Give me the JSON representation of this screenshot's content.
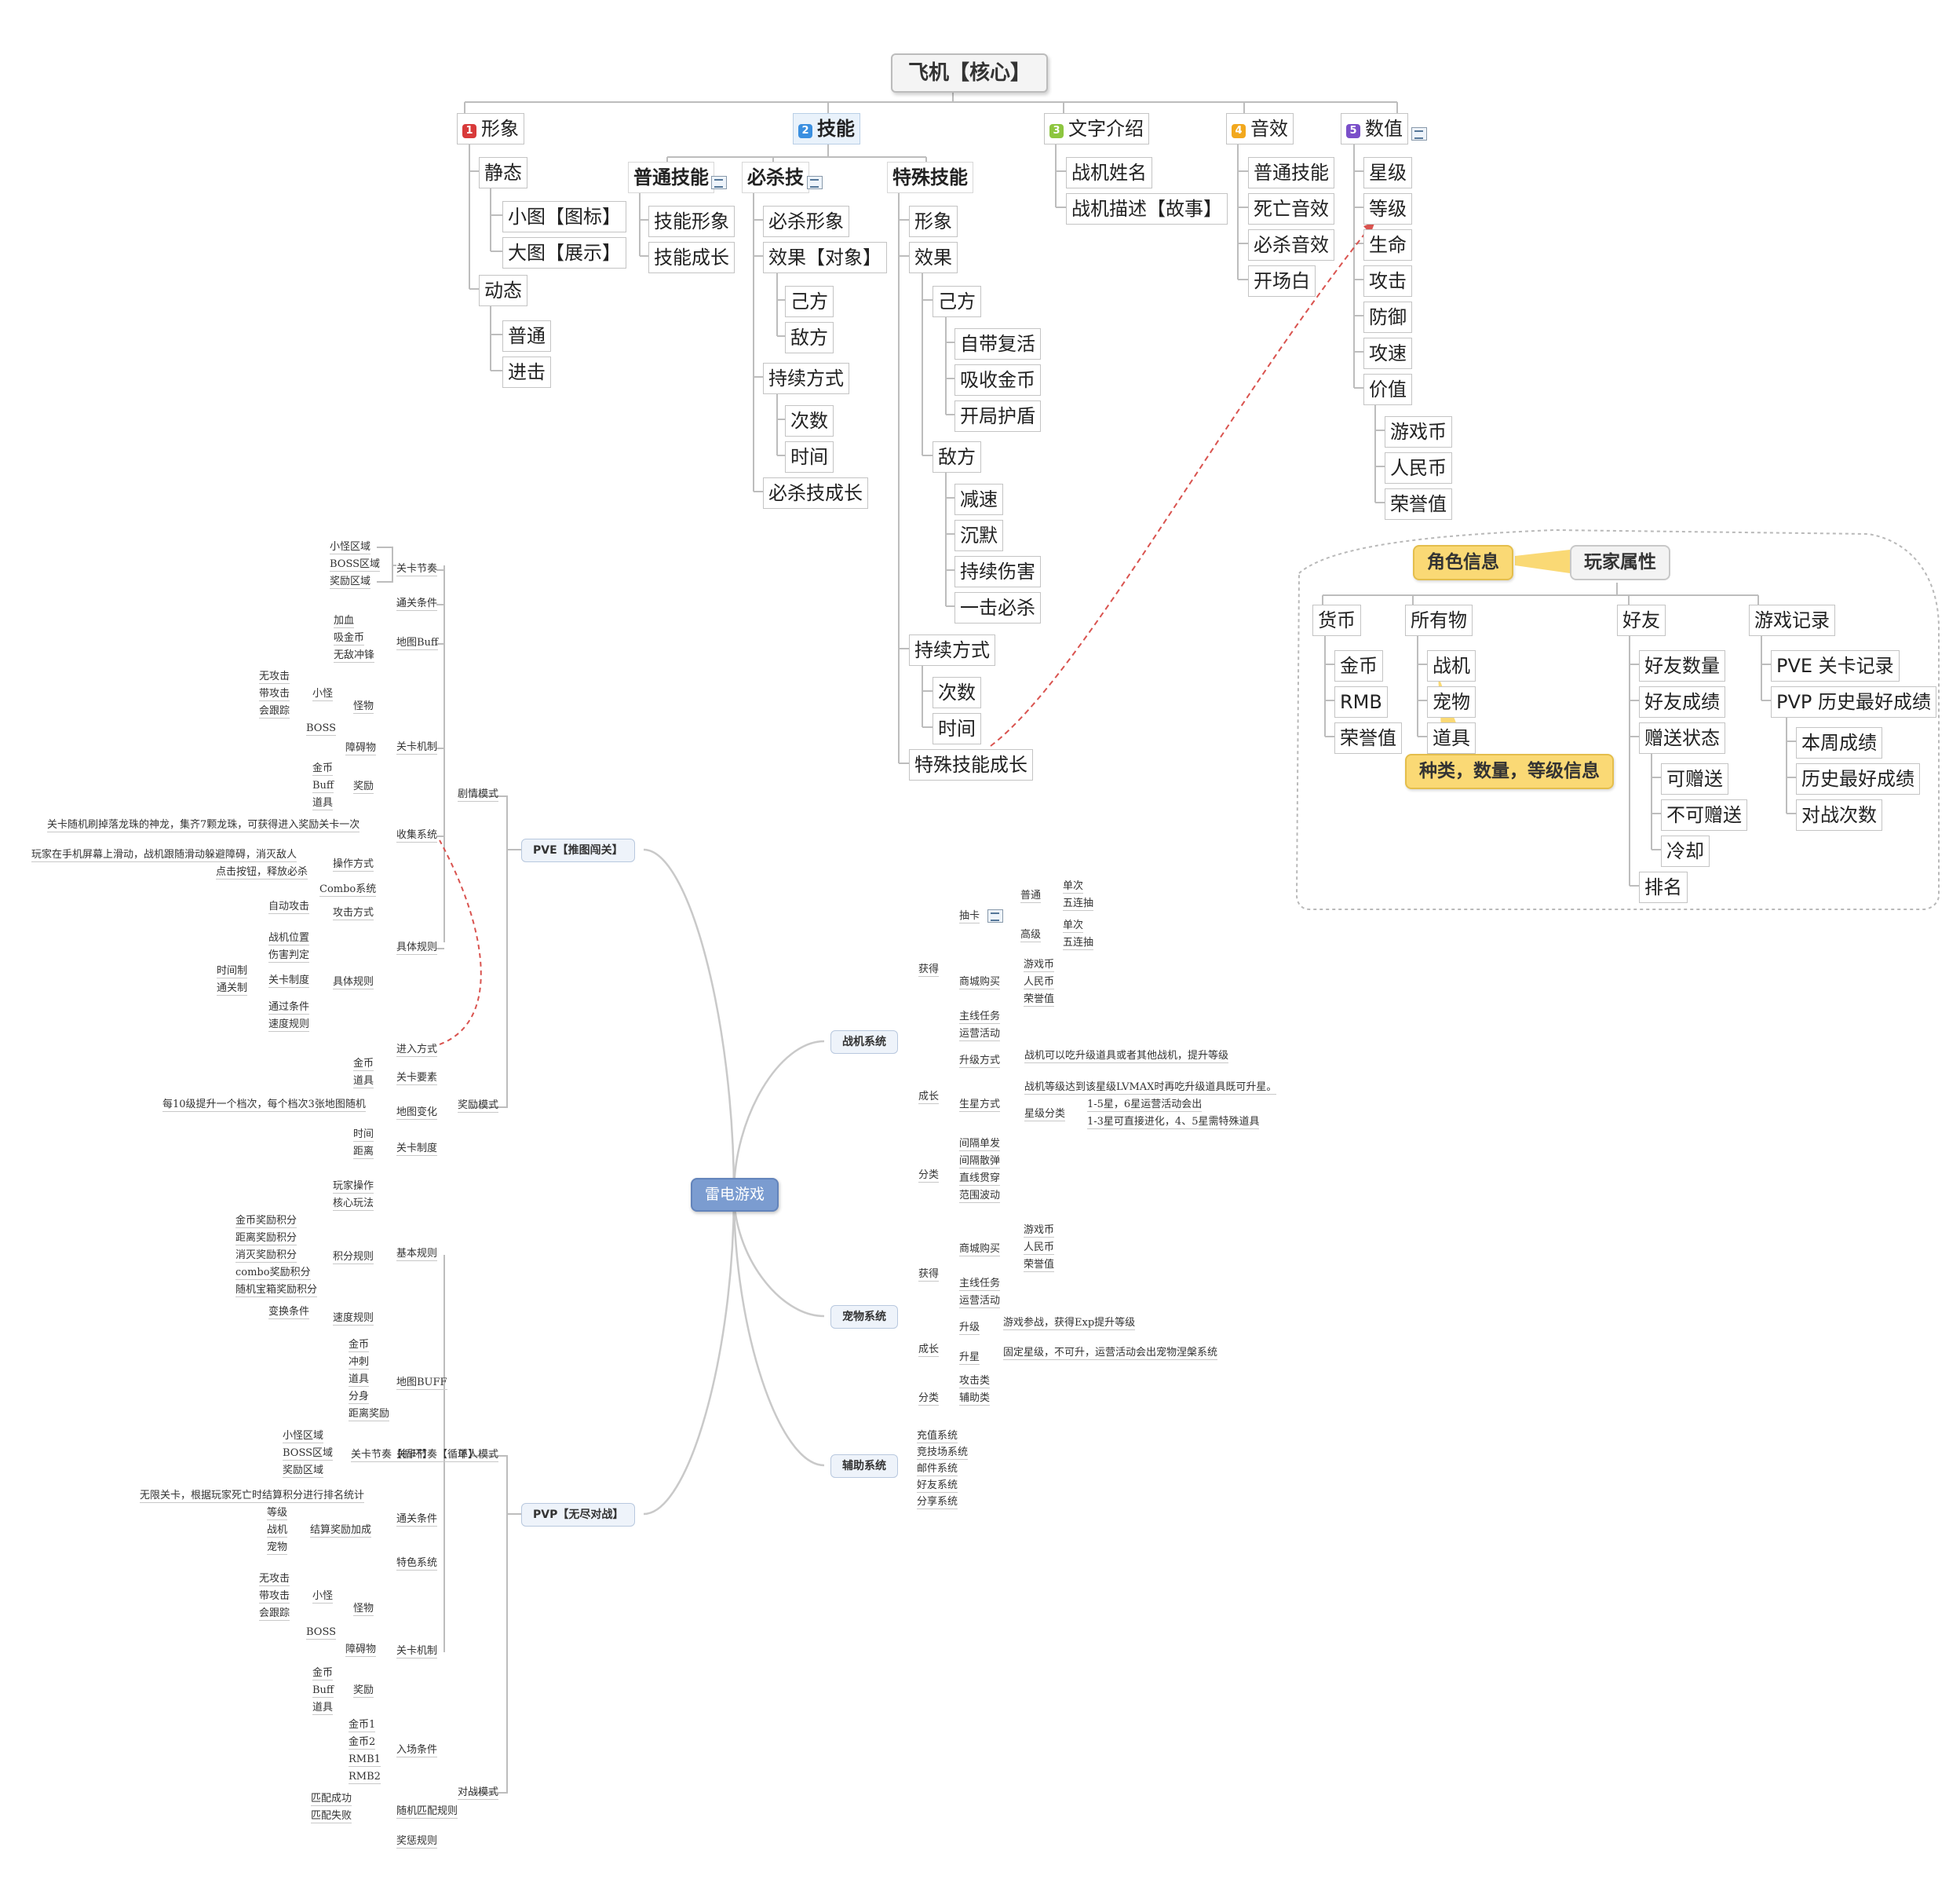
{
  "markers": [
    {
      "text": "1",
      "color": "#d83a3a"
    },
    {
      "text": "2",
      "color": "#3a8fe0"
    },
    {
      "text": "3",
      "color": "#8dc63f"
    },
    {
      "text": "4",
      "color": "#f2a81d"
    },
    {
      "text": "5",
      "color": "#7a4fc9"
    }
  ],
  "top": {
    "root": "飞机【核心】",
    "c1": {
      "label": "形象",
      "static": "静态",
      "small": "小图【图标】",
      "big": "大图【展示】",
      "dynamic": "动态",
      "normal": "普通",
      "attack": "进击"
    },
    "c2": {
      "label": "技能",
      "normal": {
        "label": "普通技能",
        "items": [
          "技能形象",
          "技能成长"
        ]
      },
      "kill": {
        "label": "必杀技",
        "img": "必杀形象",
        "effect": "效果【对象】",
        "own": "己方",
        "enemy": "敌方",
        "dur": "持续方式",
        "times": "次数",
        "time": "时间",
        "grow": "必杀技成长"
      },
      "special": {
        "label": "特殊技能",
        "img": "形象",
        "effect": "效果",
        "own": "己方",
        "own_items": [
          "自带复活",
          "吸收金币",
          "开局护盾"
        ],
        "enemy": "敌方",
        "enemy_items": [
          "减速",
          "沉默",
          "持续伤害",
          "一击必杀"
        ],
        "dur": "持续方式",
        "times": "次数",
        "time": "时间",
        "grow": "特殊技能成长"
      }
    },
    "c3": {
      "label": "文字介绍",
      "items": [
        "战机姓名",
        "战机描述【故事】"
      ]
    },
    "c4": {
      "label": "音效",
      "items": [
        "普通技能",
        "死亡音效",
        "必杀音效",
        "开场白"
      ]
    },
    "c5": {
      "label": "数值",
      "items": [
        "星级",
        "等级",
        "生命",
        "攻击",
        "防御",
        "攻速",
        "价值"
      ],
      "value_items": [
        "游戏币",
        "人民币",
        "荣誉值"
      ]
    }
  },
  "player": {
    "attr": "玩家属性",
    "role": "角色信息",
    "callout": "种类，数量，等级信息",
    "currency": {
      "label": "货币",
      "items": [
        "金币",
        "RMB",
        "荣誉值"
      ]
    },
    "owned": {
      "label": "所有物",
      "items": [
        "战机",
        "宠物",
        "道具"
      ]
    },
    "friends": {
      "label": "好友",
      "items": [
        "好友数量",
        "好友成绩",
        "赠送状态",
        "排名"
      ],
      "gift": [
        "可赠送",
        "不可赠送",
        "冷却"
      ]
    },
    "records": {
      "label": "游戏记录",
      "items": [
        "PVE 关卡记录",
        "PVP 历史最好成绩"
      ],
      "pvp": [
        "本周成绩",
        "历史最好成绩",
        "对战次数"
      ]
    }
  },
  "main": {
    "center": "雷电游戏",
    "pve": "PVE【推图闯关】",
    "pvp": "PVP【无尽对战】",
    "plane": "战机系统",
    "pet": "宠物系统",
    "aux": "辅助系统",
    "story": "剧情模式",
    "reward": "奖励模式",
    "single": "单人模式",
    "battle": "对战模式",
    "story_sec": {
      "rhythm": "关卡节奏",
      "rhythm_items": [
        "小怪区域",
        "BOSS区域",
        "奖励区域"
      ],
      "pass": "通关条件",
      "buff": "地图Buff",
      "buff_items": [
        "加血",
        "吸金币",
        "无敌冲锋"
      ],
      "mech": "关卡机制",
      "monster": "怪物",
      "small": "小怪",
      "small_items": [
        "无攻击",
        "带攻击",
        "会跟踪"
      ],
      "boss": "BOSS",
      "obstacle": "障碍物",
      "prize": "奖励",
      "prize_items": [
        "金币",
        "Buff",
        "道具"
      ],
      "collect": "收集系统",
      "collect_text": "关卡随机刷掉落龙珠的神龙，集齐7颗龙珠，可获得进入奖励关卡一次",
      "rules": "具体规则",
      "op": "操作方式",
      "op_text1": "玩家在手机屏幕上滑动，战机跟随滑动躲避障碍，消灭敌人",
      "op_text2": "点击按钮，释放必杀",
      "combo": "Combo系统",
      "atk": "攻击方式",
      "auto": "自动攻击",
      "rules2": "具体规则",
      "rules2_items": [
        "战机位置",
        "伤害判定"
      ],
      "level": "关卡制度",
      "level_items": [
        "时间制",
        "通关制"
      ],
      "pass2": "通过条件",
      "speed": "速度规则"
    },
    "reward_sec": {
      "enter": "进入方式",
      "elem": "关卡要素",
      "elem_items": [
        "金币",
        "道具"
      ],
      "map": "地图变化",
      "map_text": "每10级提升一个档次，每个档次3张地图随机",
      "sys": "关卡制度",
      "sys_items": [
        "时间",
        "距离"
      ]
    },
    "single_sec": {
      "basic": "基本规则",
      "basic_items": [
        "玩家操作",
        "核心玩法"
      ],
      "score": "积分规则",
      "score_items": [
        "金币奖励积分",
        "距离奖励积分",
        "消灭奖励积分",
        "combo奖励积分",
        "随机宝箱奖励积分"
      ],
      "speed": "速度规则",
      "speed_item": "变换条件",
      "mapbuff": "地图BUFF",
      "mapbuff_items": [
        "金币",
        "冲刺",
        "道具",
        "分身",
        "距离奖励"
      ],
      "rhythm": "关卡节奏【循环】",
      "rhythm_items": [
        "小怪区域",
        "BOSS区域",
        "奖励区域"
      ],
      "pass": "通关条件",
      "pass_text": "无限关卡，根据玩家死亡时结算积分进行排名统计",
      "settle": "结算奖励加成",
      "settle_items": [
        "等级",
        "战机",
        "宠物"
      ],
      "feature": "特色系统",
      "mech": "关卡机制",
      "monster": "怪物",
      "small": "小怪",
      "small_items": [
        "无攻击",
        "带攻击",
        "会跟踪"
      ],
      "boss": "BOSS",
      "obstacle": "障碍物",
      "prize": "奖励",
      "prize_items": [
        "金币",
        "Buff",
        "道具"
      ]
    },
    "battle_sec": {
      "entry": "入场条件",
      "entry_items": [
        "金币1",
        "金币2",
        "RMB1",
        "RMB2"
      ],
      "match": "随机匹配规则",
      "match_items": [
        "匹配成功",
        "匹配失败"
      ],
      "reward": "奖惩规则"
    },
    "plane_sec": {
      "get": "获得",
      "draw": "抽卡",
      "normal": "普通",
      "senior": "高级",
      "single": "单次",
      "five": "五连抽",
      "shop": "商城购买",
      "shop_items": [
        "游戏币",
        "人民币",
        "荣誉值"
      ],
      "quest": "主线任务",
      "event": "运营活动",
      "grow": "成长",
      "up": "升级方式",
      "up_text": "战机可以吃升级道具或者其他战机，提升等级",
      "star": "生星方式",
      "star_text": "战机等级达到该星级LVMAX时再吃升级道具既可升星。",
      "star_cls": "星级分类",
      "star_t1": "1-5星，6星运营活动会出",
      "star_t2": "1-3星可直接进化，4、5星需特殊道具",
      "cls": "分类",
      "cls_items": [
        "间隔单发",
        "间隔散弹",
        "直线贯穿",
        "范围波动"
      ]
    },
    "pet_sec": {
      "get": "获得",
      "shop": "商城购买",
      "shop_items": [
        "游戏币",
        "人民币",
        "荣誉值"
      ],
      "quest": "主线任务",
      "event": "运营活动",
      "grow": "成长",
      "up": "升级",
      "up_text": "游戏参战，获得Exp提升等级",
      "star": "升星",
      "star_text": "固定星级，不可升，运营活动会出宠物涅槃系统",
      "cls": "分类",
      "cls_items": [
        "攻击类",
        "辅助类"
      ]
    },
    "aux_items": [
      "充值系统",
      "竞技场系统",
      "邮件系统",
      "好友系统",
      "分享系统"
    ]
  }
}
